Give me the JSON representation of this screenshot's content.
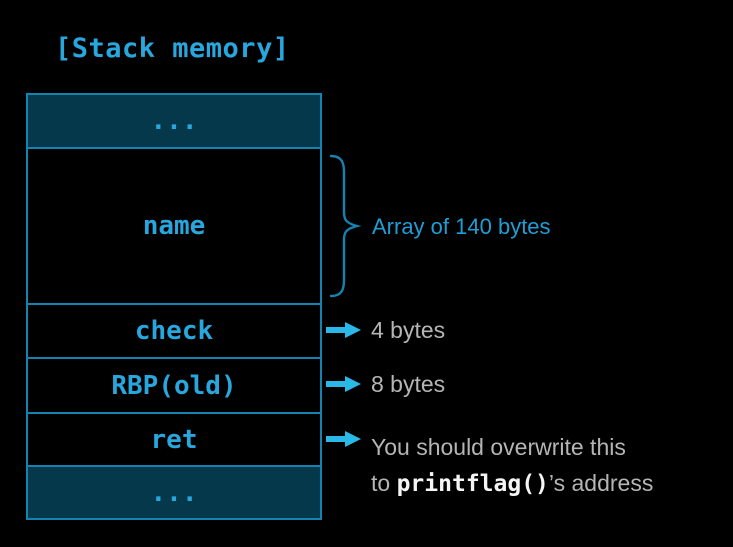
{
  "title": "[Stack memory]",
  "stack": {
    "rows": [
      {
        "label": "...",
        "filled": true
      },
      {
        "label": "name",
        "filled": false
      },
      {
        "label": "check",
        "filled": false
      },
      {
        "label": "RBP(old)",
        "filled": false
      },
      {
        "label": "ret",
        "filled": false
      },
      {
        "label": "...",
        "filled": true
      }
    ]
  },
  "annotations": {
    "array_note": "Array of 140 bytes",
    "check_note": "4 bytes",
    "rbp_note": "8 bytes",
    "ret_note_line1": "You should overwrite this",
    "ret_note_line2_prefix": "to ",
    "ret_note_code": "printflag()",
    "ret_note_line2_suffix": "’s address"
  },
  "icons": {
    "brace": "curly-brace-right-icon",
    "arrows": "arrow-right-icon"
  },
  "colors": {
    "background": "#000000",
    "box_border": "#1583b1",
    "box_fill": "#05384a",
    "cyan_text": "#27a7de",
    "annotation_cyan": "#1f9ed6",
    "arrow": "#29b8e8",
    "gray_text": "#b5b5b5",
    "code_text": "#f5f5f5"
  }
}
